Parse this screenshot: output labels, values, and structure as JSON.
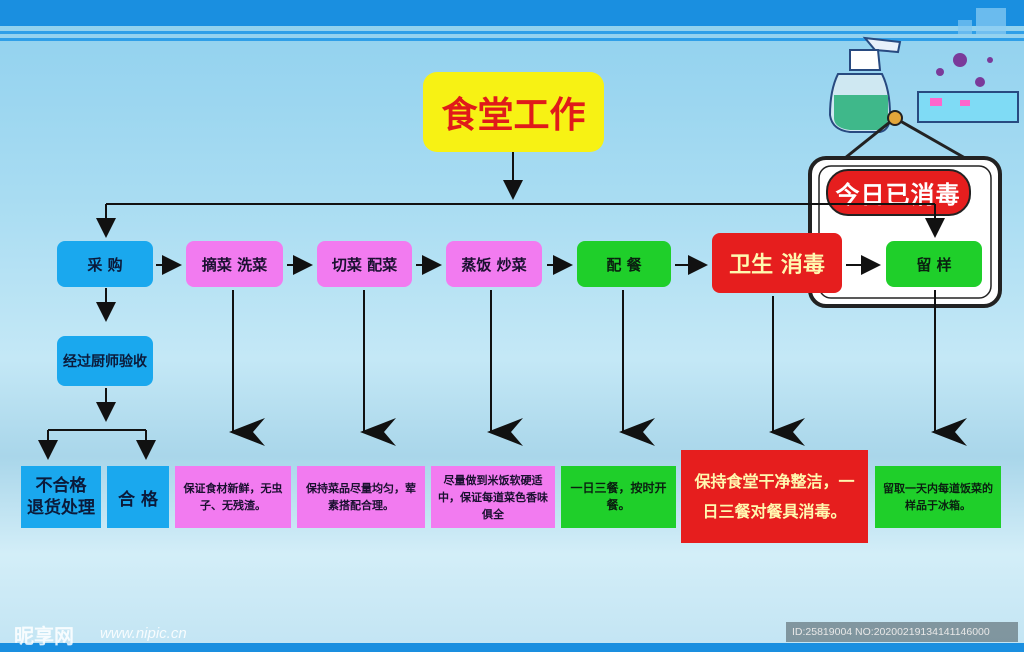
{
  "title": "食堂工作",
  "sign": "今日已消毒",
  "steps": [
    "采 购",
    "摘菜  洗菜",
    "切菜  配菜",
    "蒸饭  炒菜",
    "配 餐",
    "卫生 消毒",
    "留 样"
  ],
  "inspection": "经过厨师验收",
  "reject": "不合格\n退货处理",
  "accept": "合 格",
  "descriptions": [
    "保证食材新鲜，无虫子、无残渣。",
    "保持菜品尽量均匀，荤素搭配合理。",
    "尽量做到米饭软硬适中，保证每道菜色香味俱全",
    "一日三餐，按时开餐。",
    "保持食堂干净整洁，一日三餐对餐具消毒。",
    "留取一天内每道饭菜的样品于冰箱。"
  ],
  "watermark_logo": "昵享网",
  "watermark_url": "www.nipic.cn",
  "image_id": "ID:25819004 NO:20200219134141146000",
  "colors": {
    "title_bg": "#f7f214",
    "title_text": "#e01a1a",
    "blue": "#1aa8ee",
    "pink": "#f27bf0",
    "green": "#1fcf2a",
    "red": "#e61e1e"
  }
}
